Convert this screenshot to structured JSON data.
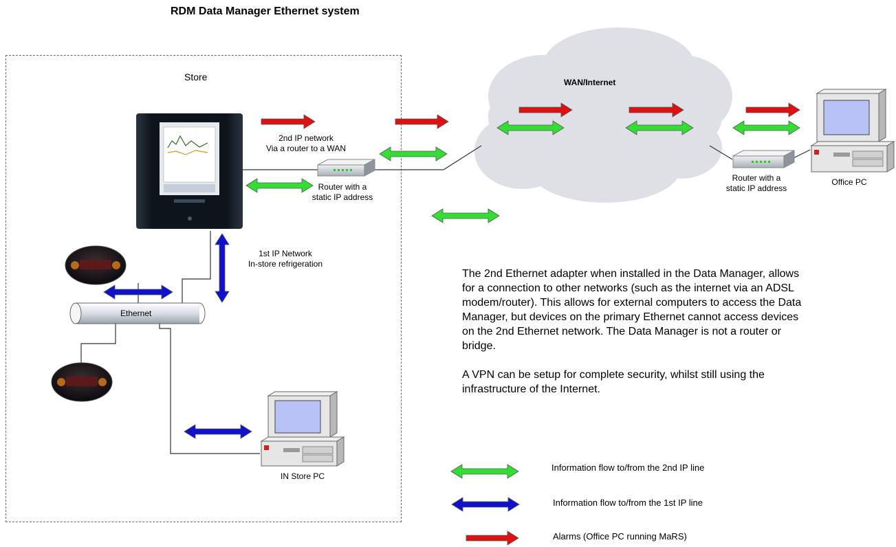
{
  "title": "RDM Data Manager Ethernet system",
  "store_label": "Store",
  "wan_label": "WAN/Internet",
  "second_ip_network": [
    "2nd IP network",
    "Via a router to a WAN"
  ],
  "router_store_label": [
    "Router with a",
    "static IP address"
  ],
  "router_office_label": [
    "Router with a",
    "static IP address"
  ],
  "office_pc_label": "Office PC",
  "first_ip_network": [
    "1st IP Network",
    "In-store refrigeration"
  ],
  "ethernet_label": "Ethernet",
  "instore_pc_label": "IN Store PC",
  "description": [
    "The 2nd Ethernet adapter when installed in the Data Manager, allows for a connection to other networks (such as the internet via an ADSL modem/router). This allows for external computers to access the Data Manager, but devices on the primary Ethernet cannot access devices on the 2nd Ethernet network. The Data Manager is not a router or bridge.",
    "A VPN can be setup for complete security, whilst still using the infrastructure of the Internet."
  ],
  "legend": [
    {
      "label": "Information flow to/from the 2nd IP line",
      "color": "#22dd22",
      "kind": "double-arrow"
    },
    {
      "label": "Information flow to/from the 1st IP line",
      "color": "#1111cc",
      "kind": "double-arrow"
    },
    {
      "label": "Alarms (Office PC running MaRS)",
      "color": "#dd1111",
      "kind": "arrow"
    }
  ],
  "colors": {
    "green": "#33dd33",
    "blue": "#1111cc",
    "red": "#dd1111",
    "device_dark": "#1a2430",
    "cloud": "#dfe0e6"
  }
}
